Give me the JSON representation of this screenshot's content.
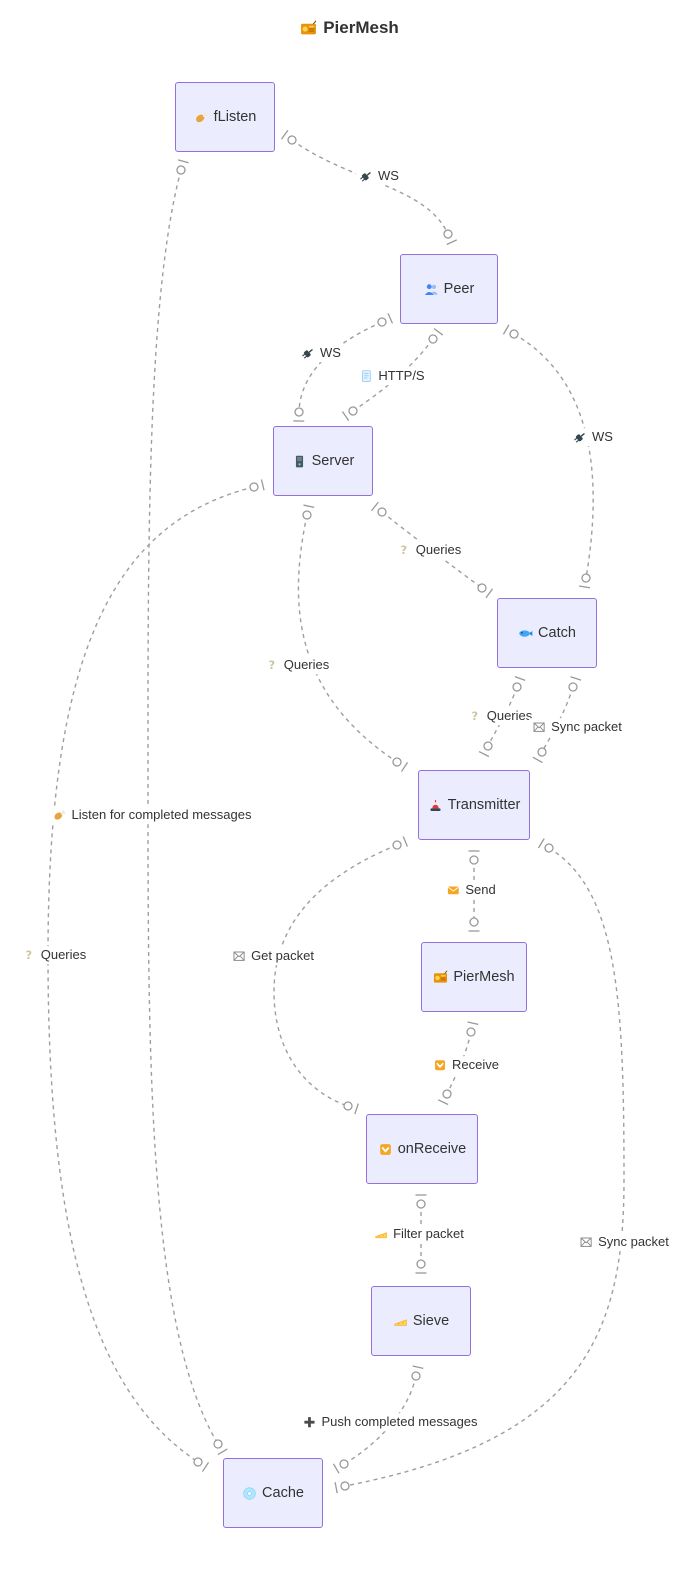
{
  "title": {
    "text": "PierMesh",
    "icon": "radio-icon"
  },
  "theme": {
    "node_fill": "#ECECFF",
    "node_border": "#9370DB",
    "edge_color": "#999999",
    "text_color": "#333333"
  },
  "nodes": [
    {
      "id": "fListen",
      "label": "fListen",
      "icon": "drumstick-icon"
    },
    {
      "id": "Peer",
      "label": "Peer",
      "icon": "busts-icon"
    },
    {
      "id": "Server",
      "label": "Server",
      "icon": "server-icon"
    },
    {
      "id": "Catch",
      "label": "Catch",
      "icon": "fish-icon"
    },
    {
      "id": "Transmitter",
      "label": "Transmitter",
      "icon": "transmitter-icon"
    },
    {
      "id": "PierMesh",
      "label": "PierMesh",
      "icon": "radio-icon"
    },
    {
      "id": "onReceive",
      "label": "onReceive",
      "icon": "down-arrow-icon"
    },
    {
      "id": "Sieve",
      "label": "Sieve",
      "icon": "cheese-icon"
    },
    {
      "id": "Cache",
      "label": "Cache",
      "icon": "disc-icon"
    }
  ],
  "edges": [
    {
      "text": "WS",
      "icon": "plug-icon"
    },
    {
      "text": "WS",
      "icon": "plug-icon"
    },
    {
      "text": "HTTP/S",
      "icon": "document-icon"
    },
    {
      "text": "WS",
      "icon": "plug-icon"
    },
    {
      "text": "Queries",
      "icon": "question-icon"
    },
    {
      "text": "Queries",
      "icon": "question-icon"
    },
    {
      "text": "Queries",
      "icon": "question-icon"
    },
    {
      "text": "Sync packet",
      "icon": "envelope-icon"
    },
    {
      "text": "Send",
      "icon": "send-icon"
    },
    {
      "text": "Receive",
      "icon": "down-arrow-icon"
    },
    {
      "text": "Filter packet",
      "icon": "cheese-icon"
    },
    {
      "text": "Push completed messages",
      "icon": "plus-icon"
    },
    {
      "text": "Listen for completed messages",
      "icon": "drumstick-icon"
    },
    {
      "text": "Queries",
      "icon": "question-icon"
    },
    {
      "text": "Get packet",
      "icon": "envelope-icon"
    },
    {
      "text": "Sync packet",
      "icon": "envelope-icon"
    }
  ],
  "connections": [
    {
      "from": "fListen",
      "to": "Peer",
      "label": "WS"
    },
    {
      "from": "Peer",
      "to": "Server",
      "label": "WS"
    },
    {
      "from": "Peer",
      "to": "Server",
      "label": "HTTP/S"
    },
    {
      "from": "Peer",
      "to": "Catch",
      "label": "WS"
    },
    {
      "from": "Server",
      "to": "Catch",
      "label": "Queries"
    },
    {
      "from": "Server",
      "to": "Transmitter",
      "label": "Queries"
    },
    {
      "from": "Catch",
      "to": "Transmitter",
      "label": "Queries"
    },
    {
      "from": "Catch",
      "to": "Transmitter",
      "label": "Sync packet"
    },
    {
      "from": "Transmitter",
      "to": "PierMesh",
      "label": "Send"
    },
    {
      "from": "PierMesh",
      "to": "onReceive",
      "label": "Receive"
    },
    {
      "from": "onReceive",
      "to": "Sieve",
      "label": "Filter packet"
    },
    {
      "from": "Sieve",
      "to": "Cache",
      "label": "Push completed messages"
    },
    {
      "from": "fListen",
      "to": "Cache",
      "label": "Listen for completed messages"
    },
    {
      "from": "Server",
      "to": "Cache",
      "label": "Queries"
    },
    {
      "from": "Transmitter",
      "to": "onReceive",
      "label": "Get packet"
    },
    {
      "from": "Transmitter",
      "to": "Cache",
      "label": "Sync packet"
    }
  ]
}
